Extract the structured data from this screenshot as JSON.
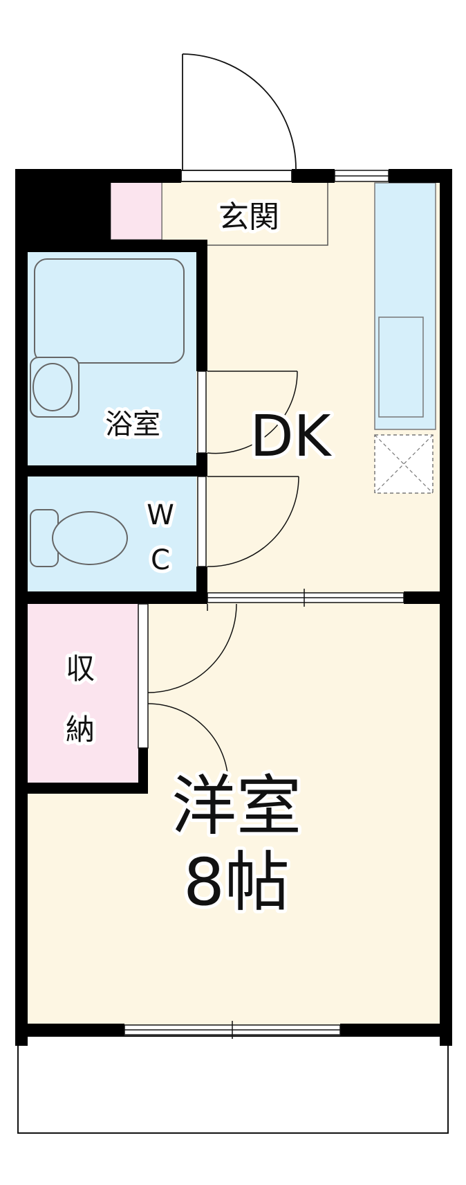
{
  "rooms": {
    "genkan": "玄関",
    "dk": "DK",
    "bath": "浴室",
    "wc_w": "W",
    "wc_c": "C",
    "storage_1": "収",
    "storage_2": "納",
    "western_room": "洋室",
    "western_room_size": "8帖"
  },
  "colors": {
    "floor": "#fdf6e3",
    "wet_area": "#d6effa",
    "storage": "#fbe4ee",
    "wall": "#000000"
  }
}
